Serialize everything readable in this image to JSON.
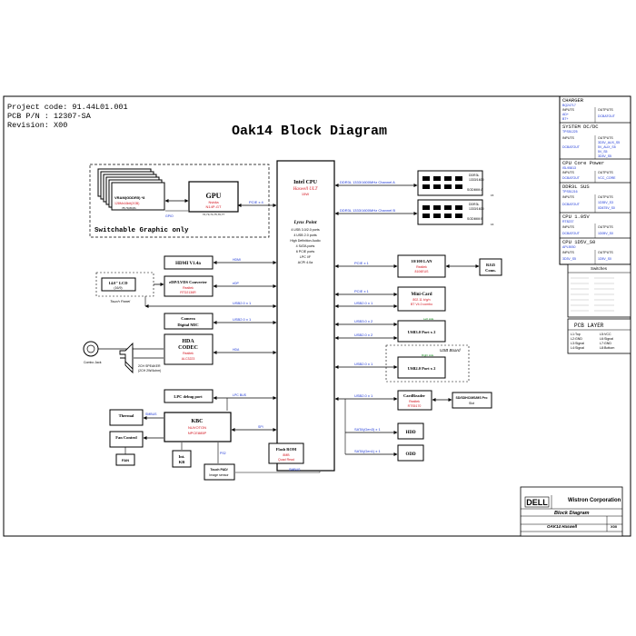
{
  "header": {
    "project_code": "Project code: 91.44L01.001",
    "pcb_pn": "PCB P/N : 12307-SA",
    "revision": "Revision: X00",
    "title": "Oak14 Block Diagram"
  },
  "cpu": {
    "title": "Intel CPU",
    "model": "Haswell ULT",
    "tdp": "15W",
    "pch_title": "Lynx Point",
    "pch_lines": [
      "4 USB 3.0/2.0 ports",
      "4 USB 2.0 ports",
      "High Definition Audio",
      "4 SATA ports",
      "6 PCIE ports",
      "LPC I/F",
      "ACPI 4.0a"
    ]
  },
  "gpu": {
    "title": "GPU",
    "vendor": "Nvidia",
    "model": "N14P-GT",
    "pages": "72,73,74,75,76,77",
    "vram": "VRAM(GDDR5) *8",
    "vram_size": "128Mx16bit(2GB)",
    "vram_pages": "78,79,80,81",
    "switchable_label": "Switchable Graphic only",
    "pcie_link": "PCIE x 4",
    "gpio_link": "GPIO"
  },
  "memory": {
    "ddr_a_link": "DDR3L 1333/1600MHz Channel A",
    "ddr_b_link": "DDR3L 1333/1600MHz Channel B",
    "sodimm_a": {
      "spec": "DDR3L",
      "speed": "1333/1600",
      "slot": "SODIMM A",
      "page": "15"
    },
    "sodimm_b": {
      "spec": "DDR3L",
      "speed": "1333/1600",
      "slot": "SODIMM B",
      "page": "16"
    }
  },
  "display": {
    "hdmi": "HDMI V1.4a",
    "hdmi_link": "HDMI",
    "edp_conv": "eDP/LVDS Converter",
    "edp_vendor": "Realtek",
    "edp_model": "RTD2136R",
    "edp_link": "eDP",
    "lcd": "14.0\" LCD",
    "lcd_ratio": "(16/9)",
    "touch_panel": "Touch Panel",
    "camera": "Camera",
    "digital_mic": "Digital MIC"
  },
  "audio": {
    "hda_title": "HDA",
    "codec": "CODEC",
    "vendor": "Realtek",
    "model": "ALC3223",
    "hda_link": "HDA",
    "combo_jack": "Combo Jack",
    "speaker": "2CH SPEAKER",
    "speaker_spec": "(2CH 2W/4ohm)"
  },
  "lpc": {
    "debug_port": "LPC debug port",
    "lpc_link": "LPC BUS",
    "kbc_title": "KBC",
    "kbc_vendor": "NUVOTON",
    "kbc_model": "NPCE885P",
    "thermal": "Thermal",
    "fan_control": "Fan Control",
    "fan": "FAN",
    "int_kb": "Int.",
    "int_kb2": "KB",
    "flash_rom": "Flash ROM",
    "flash_size": "8MB",
    "flash_type": "Quad Read",
    "touchpad": "Touch PAD/",
    "touchpad2": "Image sensor",
    "smbus": "SMBUS",
    "spi": "SPI",
    "ps2": "PS2"
  },
  "right_side": {
    "lan_title": "10/100 LAN",
    "lan_vendor": "Realtek",
    "lan_model": "8106EUS",
    "rj45": "RJ45",
    "rj45_2": "Conn.",
    "minicard": "Mini-Card",
    "minicard_spec": "802.11 b/g/n",
    "minicard_bt": "BT V4.0 combo",
    "usb3": "USB3.0 Port x 2",
    "usb_board": "USB Board",
    "usb2": "USB2.0 Port x 2",
    "cardreader": "CardReader",
    "cr_vendor": "Realtek",
    "cr_model": "RTS5170",
    "sd_slot": "SD/SDHC/MS/MS Pro",
    "sd_slot2": "Slot",
    "hdd": "HDD",
    "odd": "ODD",
    "pcie1_a": "PCIE x 1",
    "pcie1_b": "PCIE x 1",
    "usb2x1_a": "USB2.0 x 1",
    "usb3x2": "USB3.0 x 2",
    "usb2x2": "USB2.0 x 2",
    "usb2x1_b": "USB2.0 x 1",
    "usb2x1_c": "USB2.0 x 1",
    "sata_hdd": "SATA(Gen3) x 1",
    "sata_odd": "SATA(Gen1) x 1",
    "usb2x1_cam": "USB2.0 x 1",
    "usb2x1_tp": "USB2.0 x 1",
    "left_side": "Left side",
    "right_side": "Right side"
  },
  "power_table": {
    "charger": "CHARGER",
    "charger_ic": "BQ24717",
    "inputs": "INPUTS",
    "outputs": "OUTPUTS",
    "charger_in": "AD+",
    "charger_in2": "BT+",
    "charger_out": "DCBATOUT",
    "sys_dcdc": "SYSTEM DC/DC",
    "sys_ic": "TPS51225",
    "sys_in": "DCBATOUT",
    "sys_out": [
      "3D3V_AUX_S5",
      "5V_AUX_S5",
      "5V_S5",
      "3D3V_S5"
    ],
    "cpu_core": "CPU Core Power",
    "cpu_core_ic": "ISL95813",
    "cpu_core_in": "DCBATOUT",
    "cpu_core_out": "VCC_CORE",
    "ddr_sus": "DDR3L SUS",
    "ddr_ic": "TPS51216",
    "ddr_in": "DCBATOUT",
    "ddr_out": [
      "1D35V_S3",
      "0D675V_S0"
    ],
    "cpu105": "CPU 1.05V",
    "cpu105_ic": "RT8237",
    "cpu105_in": "DCBATOUT",
    "cpu105_out": "1D05V_S0",
    "cpu105s0": "CPU 1D5V_S0",
    "cpu105s0_ic": "APL5930",
    "cpu105s0_in": "3D3V_S5",
    "cpu105s0_out": "1D5V_S0",
    "switches": "Switches",
    "pcb_layer": "PCB LAYER",
    "layers": [
      "L1:Top",
      "L2:GND",
      "L3:Signal",
      "L4:Signal",
      "L5:VCC",
      "L6:Signal",
      "L7:GND",
      "L8:Bottom"
    ]
  },
  "title_block": {
    "company": "Wistron Corporation",
    "brand": "DELL",
    "doc_title": "Block Diagram",
    "doc_name": "OAK14 Haswell",
    "rev": "X00"
  },
  "colors": {
    "box_stroke": "#000000",
    "link_blue": "#1a35d6",
    "vendor_red": "#d3121c",
    "note_green": "#138a1c"
  }
}
